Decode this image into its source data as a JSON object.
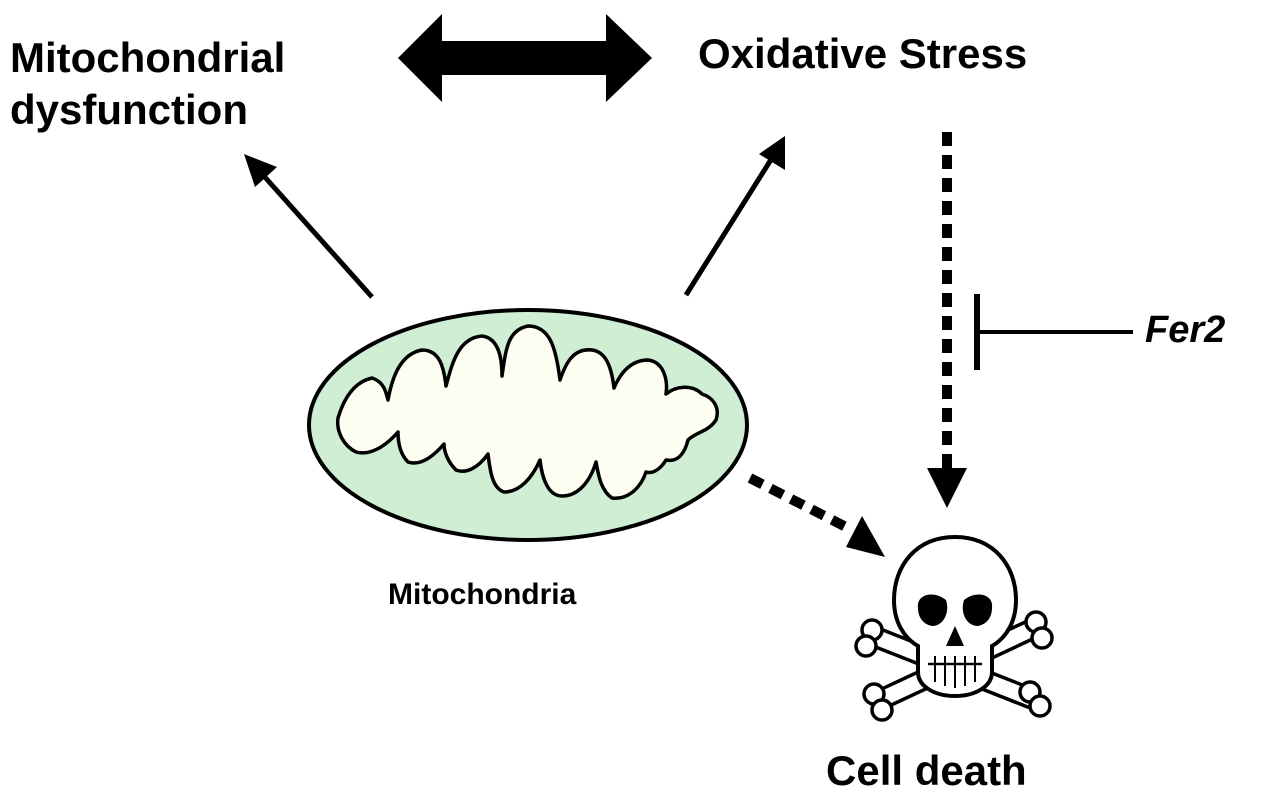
{
  "labels": {
    "mitochondrial_dysfunction_line1": "Mitochondrial",
    "mitochondrial_dysfunction_line2": "dysfunction",
    "oxidative_stress": "Oxidative Stress",
    "fer2": "Fer2",
    "mitochondria": "Mitochondria",
    "cell_death": "Cell death"
  },
  "colors": {
    "mitochondrion_outer": "#cfeed4",
    "mitochondrion_inner": "#fdfdf2",
    "ink": "#000000"
  },
  "icons": {
    "mitochondrion": "mitochondrion-icon",
    "skull": "skull-crossbones-icon"
  }
}
